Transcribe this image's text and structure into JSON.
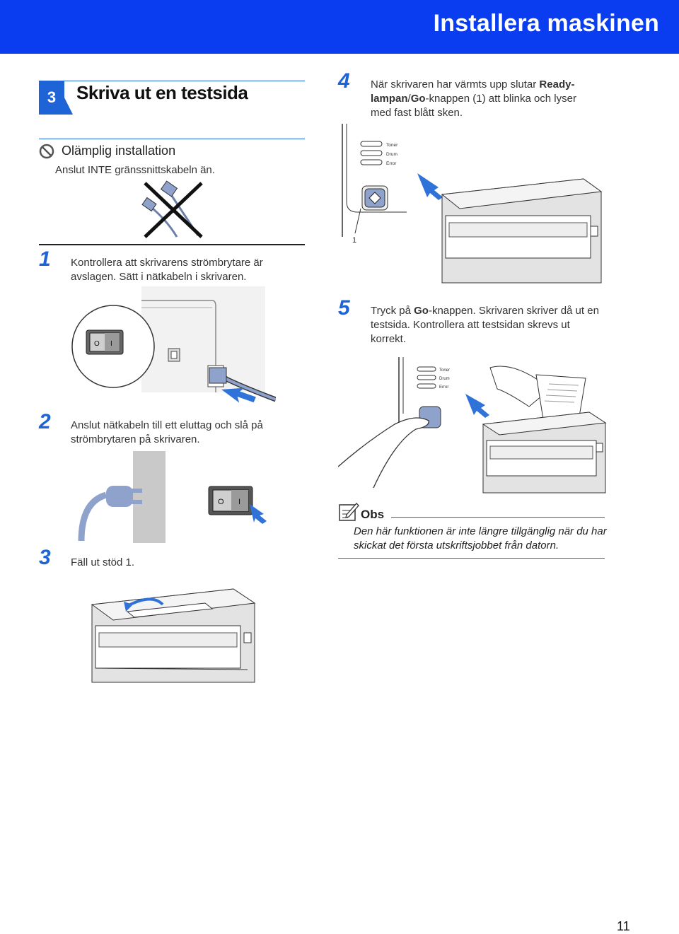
{
  "header": {
    "title": "Installera maskinen"
  },
  "section": {
    "number": "3",
    "title": "Skriva ut en testsida"
  },
  "warning": {
    "title": "Olämplig installation",
    "text": "Anslut INTE gränssnittskabeln än."
  },
  "steps": {
    "s1": {
      "num": "1",
      "text": "Kontrollera att skrivarens strömbrytare är avslagen. Sätt i nätkabeln i skrivaren."
    },
    "s2": {
      "num": "2",
      "text": "Anslut nätkabeln till ett eluttag och slå på strömbrytaren på skrivaren."
    },
    "s3": {
      "num": "3",
      "text": "Fäll ut stöd 1."
    },
    "s4": {
      "num": "4",
      "pre": "När skrivaren har värmts upp slutar ",
      "b1": "Ready-lampan",
      "mid1": "/",
      "b2": "Go",
      "post": "-knappen (1) att blinka och lyser med fast blått sken."
    },
    "s5": {
      "num": "5",
      "pre": "Tryck på ",
      "b1": "Go",
      "post": "-knappen. Skrivaren skriver då ut en testsida. Kontrollera att testsidan skrevs ut korrekt."
    }
  },
  "panel_labels": {
    "toner": "Toner",
    "drum": "Drum",
    "error": "Error",
    "callout": "1"
  },
  "switch_labels": {
    "off": "O",
    "on": "I"
  },
  "note": {
    "title": "Obs",
    "text": "Den här funktionen är inte längre tillgänglig när du har skickat det första utskriftsjobbet från datorn."
  },
  "page": {
    "number": "11"
  },
  "colors": {
    "brand": "#0a3cf0",
    "accent": "#1e64d6",
    "arrow": "#2f73d8"
  }
}
